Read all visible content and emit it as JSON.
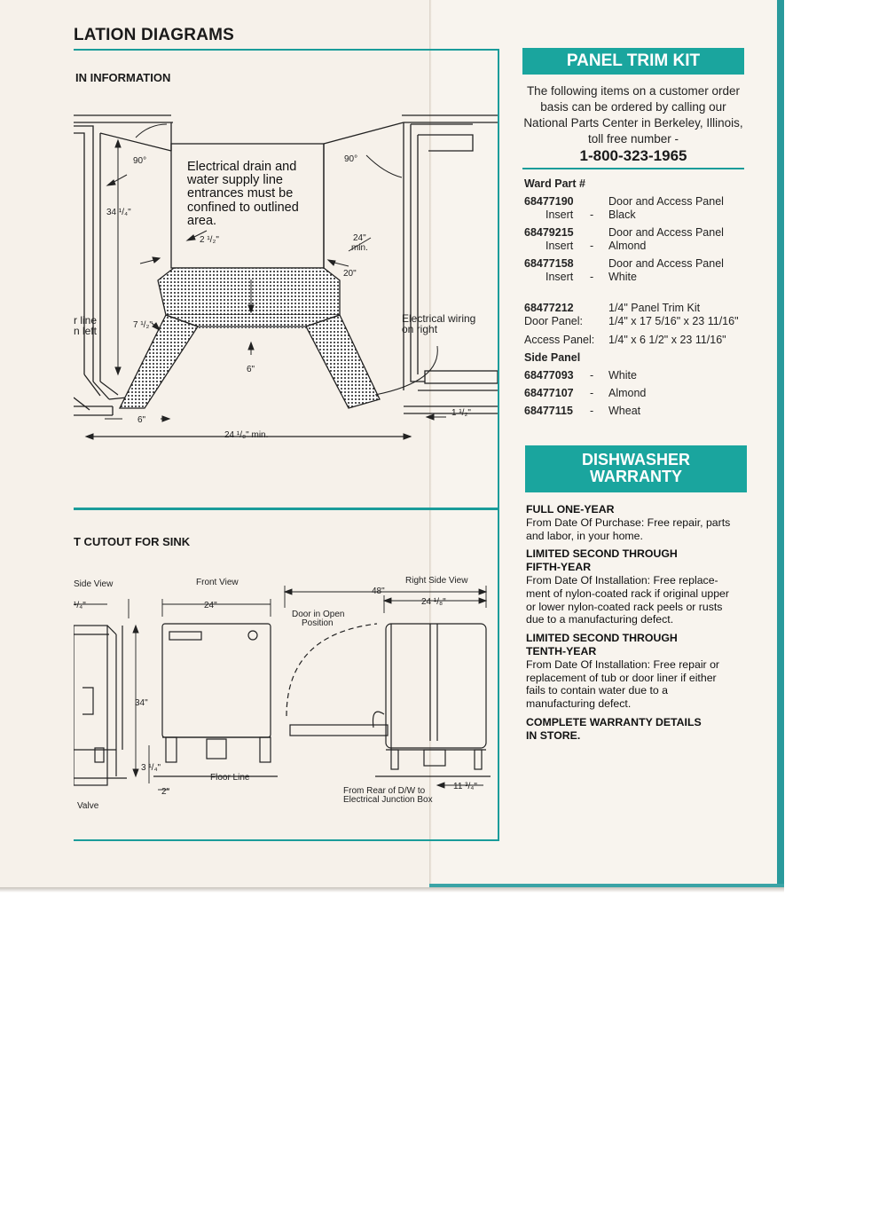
{
  "left_page": {
    "title": "LATION DIAGRAMS",
    "section1_title": "IN INFORMATION",
    "diagram1": {
      "note": [
        "Electrical drain and",
        "water supply line",
        "entrances must be",
        "confined to outlined",
        "area."
      ],
      "angle_left": "90°",
      "angle_right": "90°",
      "height": "34 ¹/₄\"",
      "dim_2_half": "2 ¹/₂\"",
      "dim_24_min": [
        "24\"",
        "min."
      ],
      "dim_20": "20\"",
      "dim_7_half": "7 ¹/₂\"",
      "dim_6_center": "6\"",
      "dim_6_left": "6\"",
      "dim_1_half": "1 ¹/₂\"",
      "width_min": "24 ¹/₈\" min.",
      "left_label": [
        "r line",
        "n left"
      ],
      "electrical_label": [
        "Electrical wiring",
        "on right"
      ]
    },
    "section2_title": "T CUTOUT FOR SINK",
    "diagram2": {
      "side_view": "Side View",
      "side_dim": "¹/₄\"",
      "front_view": "Front View",
      "front_width": "24\"",
      "height": "34\"",
      "leg_height": "3 ¹/₄\"",
      "floor_gap": "2\"",
      "floor_line": "Floor Line",
      "valve": "Valve",
      "right_side_view": "Right Side View",
      "total_depth": "48\"",
      "depth": "24 ¹/₈\"",
      "door_open": [
        "Door in Open",
        "Position"
      ],
      "junction": [
        "From Rear of D/W to",
        "Electrical Junction Box"
      ],
      "junction_dim": "11 ³/₄\""
    }
  },
  "panel_trim_kit": {
    "title": "PANEL TRIM KIT",
    "intro": [
      "The following items on a customer order",
      "basis can be ordered by calling our",
      "National Parts Center in Berkeley, Illinois,",
      "toll free number -"
    ],
    "phone": "1-800-323-1965",
    "ward_part_label": "Ward Part #",
    "parts": [
      {
        "number": "68477190",
        "sub": "Insert",
        "dash": "-",
        "desc": "Door and Access Panel",
        "desc2": "Black"
      },
      {
        "number": "68479215",
        "sub": "Insert",
        "dash": "-",
        "desc": "Door and Access Panel",
        "desc2": "Almond"
      },
      {
        "number": "68477158",
        "sub": "Insert",
        "dash": "-",
        "desc": "Door and Access Panel",
        "desc2": "White"
      }
    ],
    "kit": {
      "number": "68477212",
      "desc": "1/4\" Panel Trim Kit",
      "door_label": "Door Panel:",
      "door_size": "1/4\" x 17 5/16\" x 23 11/16\"",
      "access_label": "Access Panel:",
      "access_size": "1/4\" x 6 1/2\" x 23 11/16\""
    },
    "side_panel_label": "Side Panel",
    "side_panels": [
      {
        "number": "68477093",
        "dash": "-",
        "color": "White"
      },
      {
        "number": "68477107",
        "dash": "-",
        "color": "Almond"
      },
      {
        "number": "68477115",
        "dash": "-",
        "color": "Wheat"
      }
    ]
  },
  "warranty": {
    "title_line1": "DISHWASHER",
    "title_line2": "WARRANTY",
    "sections": [
      {
        "heading": [
          "FULL ONE-YEAR"
        ],
        "text": [
          "From Date Of Purchase: Free repair, parts",
          "and labor, in your home."
        ]
      },
      {
        "heading": [
          "LIMITED SECOND THROUGH",
          "FIFTH-YEAR"
        ],
        "text": [
          "From Date Of Installation: Free replace-",
          "ment of nylon-coated rack if original upper",
          "or lower nylon-coated rack peels or rusts",
          "due to a manufacturing defect."
        ]
      },
      {
        "heading": [
          "LIMITED SECOND THROUGH",
          "TENTH-YEAR"
        ],
        "text": [
          "From Date Of Installation: Free repair or",
          "replacement of tub or door liner if either",
          "fails to contain water due to a",
          "manufacturing defect."
        ]
      }
    ],
    "footer": [
      "COMPLETE WARRANTY DETAILS",
      "IN STORE."
    ]
  },
  "colors": {
    "accent": "#1aa59e",
    "paper": "#f6f1ea"
  }
}
